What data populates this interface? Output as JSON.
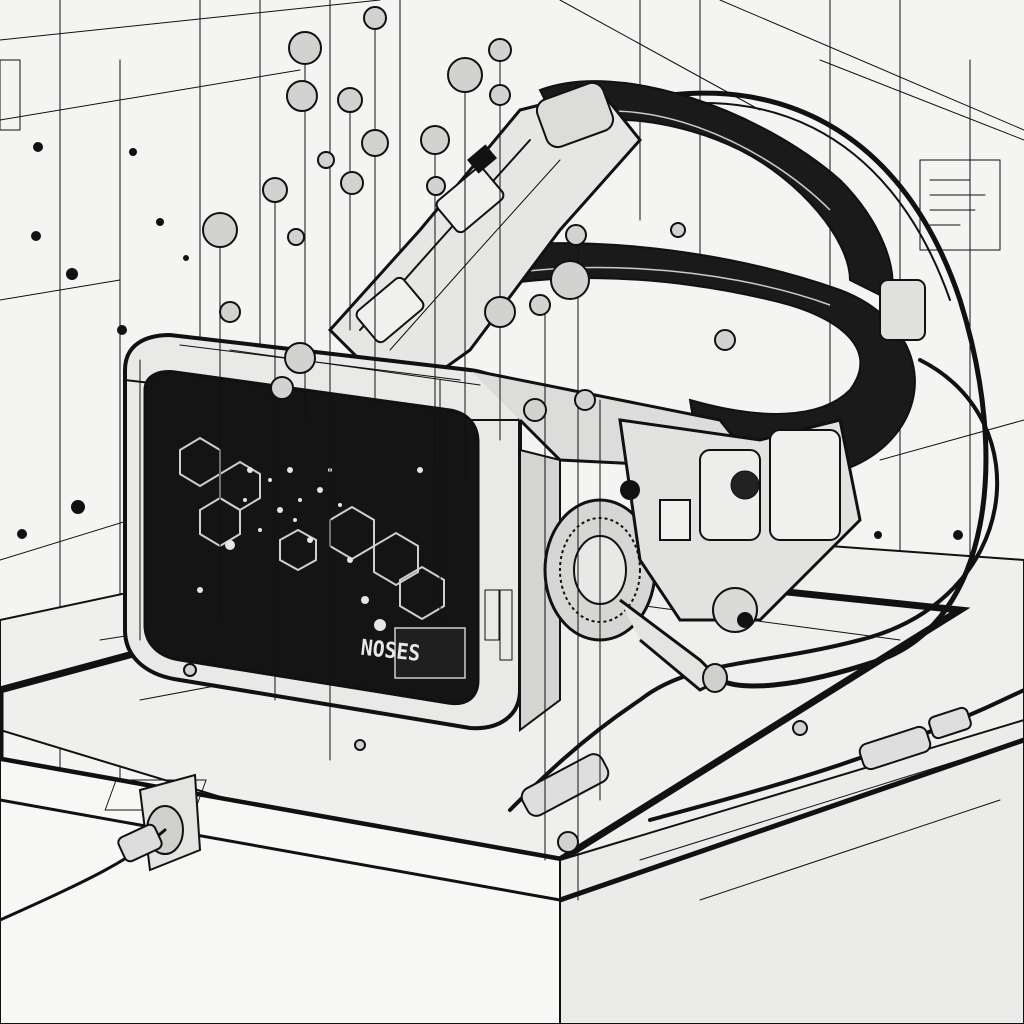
{
  "image": {
    "subject": "vr-headset-line-illustration",
    "style": "monochrome ink technical drawing"
  },
  "screen": {
    "label": "NOSES"
  },
  "colors": {
    "ink": "#111111",
    "paper": "#f4f4f2",
    "shade": "#d8d8d6",
    "dark": "#1a1a1a"
  }
}
